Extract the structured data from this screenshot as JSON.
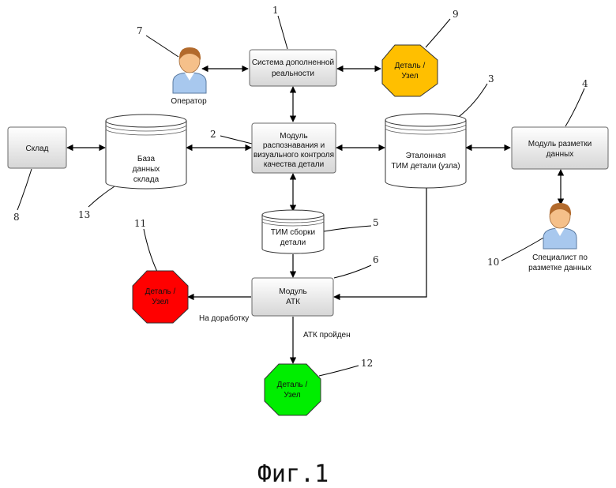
{
  "nodes": {
    "ar": {
      "lines": [
        "Система дополненной",
        "реальности"
      ]
    },
    "recog": {
      "lines": [
        "Модуль",
        "распознавания и",
        "визуального контроля",
        "качества детали"
      ]
    },
    "warehouse": {
      "lines": [
        "Склад"
      ]
    },
    "db": {
      "lines": [
        "База",
        "данных",
        "склада"
      ]
    },
    "bim_ref": {
      "lines": [
        "Эталонная",
        "ТИМ детали (узла)"
      ]
    },
    "markup": {
      "lines": [
        "Модуль разметки",
        "данных"
      ]
    },
    "bim_assy": {
      "lines": [
        "ТИМ сборки",
        "детали"
      ]
    },
    "atk": {
      "lines": [
        "Модуль",
        "АТК"
      ]
    },
    "part_yellow": {
      "lines": [
        "Деталь /",
        "Узел"
      ],
      "color": "#ffbf00"
    },
    "part_red": {
      "lines": [
        "Деталь /",
        "Узел"
      ],
      "color": "#ff0000"
    },
    "part_green": {
      "lines": [
        "Деталь /",
        "Узел"
      ],
      "color": "#00ee00"
    },
    "operator": {
      "lines": [
        "Оператор"
      ]
    },
    "specialist": {
      "lines": [
        "Специалист по",
        "разметке данных"
      ]
    }
  },
  "edge_labels": {
    "rework": "На доработку",
    "passed": "АТК пройден"
  },
  "refs": [
    "1",
    "2",
    "3",
    "4",
    "5",
    "6",
    "7",
    "8",
    "9",
    "10",
    "11",
    "12",
    "13"
  ],
  "figure_caption": "Фиг.1",
  "colors": {
    "box_top": "#ffffff",
    "box_bottom": "#d6d6d6",
    "skin": "#f5c08a",
    "hair": "#b26a2c",
    "shirt": "#a8c8ee"
  }
}
